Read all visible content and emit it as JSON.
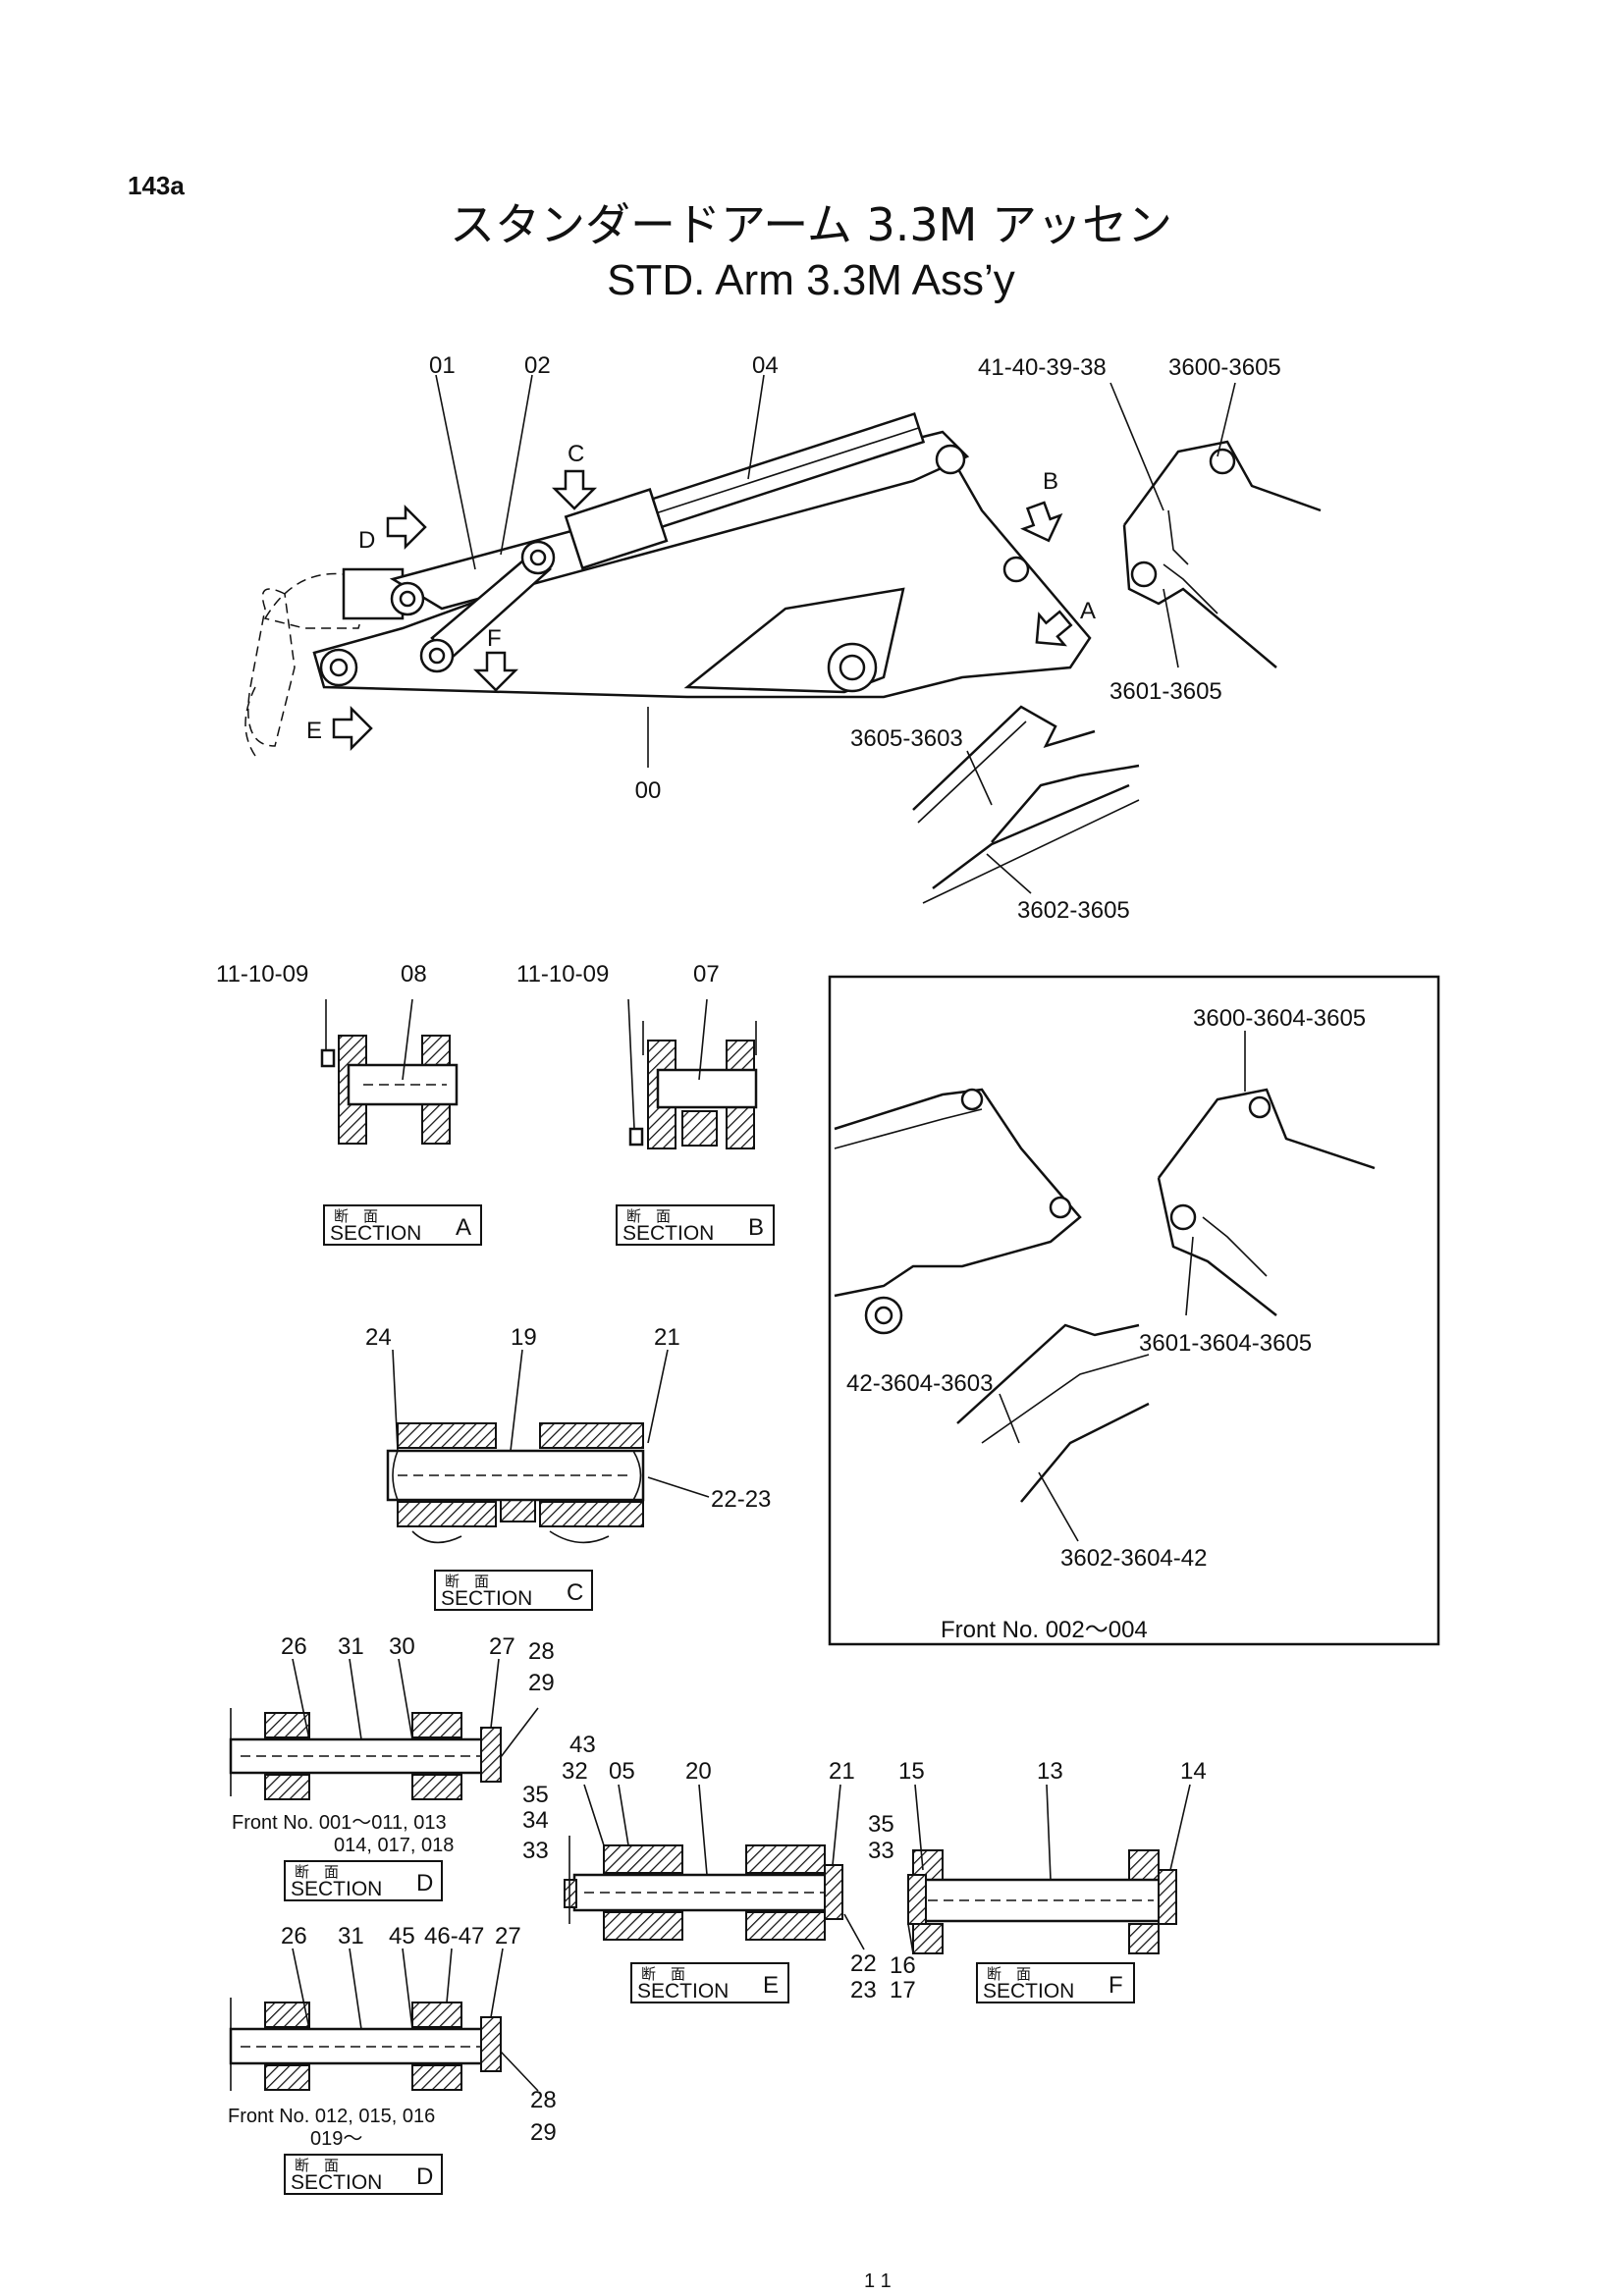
{
  "page": {
    "number": "143a",
    "title_jp": "スタンダードアーム 3.3M アッセン",
    "title_en": "STD. Arm 3.3M Ass’y"
  },
  "main_view": {
    "labels": [
      "01",
      "02",
      "04",
      "41-40-39-38",
      "3600-3605",
      "00",
      "3601-3605",
      "3605-3603",
      "3602-3605"
    ],
    "arrows": [
      "C",
      "B",
      "D",
      "A",
      "F",
      "E"
    ]
  },
  "section_jp": "断　面",
  "section_word": "SECTION",
  "section_a": {
    "letter": "A",
    "labels": [
      "11-10-09",
      "08"
    ]
  },
  "section_b": {
    "letter": "B",
    "labels": [
      "11-10-09",
      "07"
    ]
  },
  "section_c": {
    "letter": "C",
    "labels": [
      "24",
      "19",
      "21",
      "22-23"
    ]
  },
  "section_d1": {
    "letter": "D",
    "labels": [
      "26",
      "31",
      "30",
      "27",
      "28",
      "29"
    ],
    "front_no_line1": "Front No. 001～011, 013",
    "front_no_line2": "014, 017, 018"
  },
  "section_d2": {
    "letter": "D",
    "labels": [
      "26",
      "31",
      "45",
      "46-47",
      "27",
      "28",
      "29"
    ],
    "front_no_line1": "Front No. 012, 015, 016",
    "front_no_line2": "019～"
  },
  "section_e": {
    "letter": "E",
    "labels": [
      "43",
      "32",
      "05",
      "20",
      "21",
      "35",
      "34",
      "33",
      "35",
      "33",
      "22",
      "23"
    ]
  },
  "section_f": {
    "letter": "F",
    "labels": [
      "15",
      "13",
      "14",
      "16",
      "17"
    ]
  },
  "inset": {
    "labels": [
      "3600-3604-3605",
      "3601-3604-3605",
      "42-3604-3603",
      "3602-3604-42"
    ],
    "front_no": "Front No.  002～004"
  },
  "footer_mark": "1 1"
}
